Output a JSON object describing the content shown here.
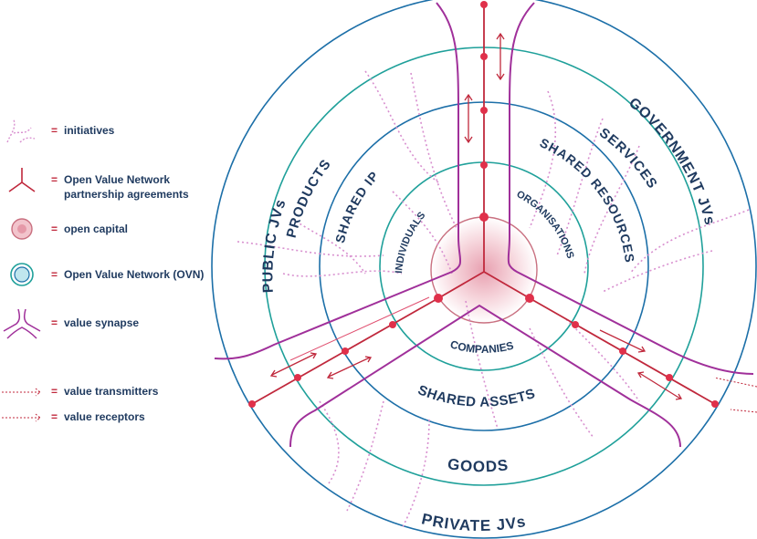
{
  "legend": {
    "eq": "=",
    "items": [
      {
        "icon": "initiatives-icon",
        "line1": "initiatives",
        "line2": ""
      },
      {
        "icon": "partnership-agreement-icon",
        "line1": "Open Value Network",
        "line2": "partnership agreements"
      },
      {
        "icon": "open-capital-icon",
        "line1": "open capital",
        "line2": ""
      },
      {
        "icon": "ovn-icon",
        "line1": "Open Value Network (OVN)",
        "line2": ""
      },
      {
        "icon": "value-synapse-icon",
        "line1": "value synapse",
        "line2": ""
      },
      {
        "icon": "value-transmitter-icon",
        "line1": "value transmitters",
        "line2": ""
      },
      {
        "icon": "value-receptor-icon",
        "line1": "value receptors",
        "line2": ""
      }
    ]
  },
  "rings": {
    "outer": {
      "public": "PUBLIC JVs",
      "government": "GOVERNMENT JVs",
      "private": "PRIVATE JVs"
    },
    "second": {
      "products": "PRODUCTS",
      "services": "SERVICES",
      "goods": "GOODS"
    },
    "third": {
      "ip": "SHARED IP",
      "resources": "SHARED RESOURCES",
      "assets": "SHARED ASSETS"
    },
    "inner": {
      "individuals": "INDIVIDUALS",
      "organisations": "ORGANISATIONS",
      "companies": "COMPANIES"
    }
  },
  "colors": {
    "navy": "#1f3a5f",
    "teal": "#1fa09a",
    "blue": "#1c6fa8",
    "red": "#c0283c",
    "magenta": "#a0309a",
    "pink": "#d88fcf"
  }
}
